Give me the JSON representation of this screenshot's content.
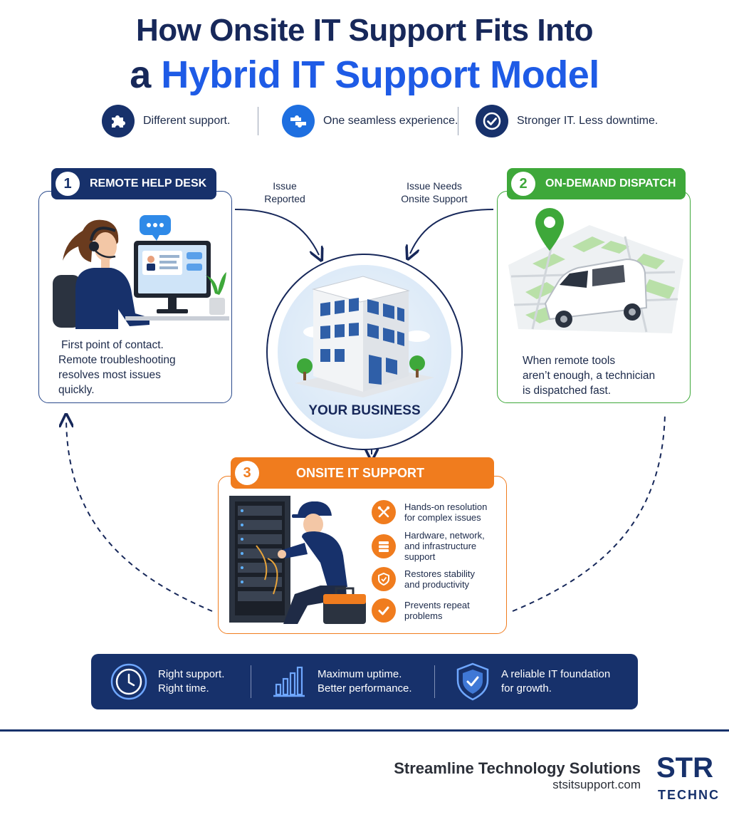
{
  "title": {
    "line1": "How Onsite IT Support Fits Into",
    "line2_prefix": "a ",
    "line2_highlight": "Hybrid IT Support Model"
  },
  "taglines": [
    {
      "text": "Different support.",
      "icon": "puzzle-icon",
      "color": "#17316b"
    },
    {
      "text": "One seamless experience.",
      "icon": "connected-puzzle-icon",
      "color": "#1e6fe0"
    },
    {
      "text": "Stronger IT. Less downtime.",
      "icon": "check-circle-icon",
      "color": "#17316b"
    }
  ],
  "steps": {
    "remote": {
      "num": "1",
      "title": "REMOTE HELP DESK",
      "lines": [
        "First point of contact.",
        "Remote troubleshooting",
        "resolves most issues",
        "quickly."
      ],
      "color": "#17316b"
    },
    "dispatch": {
      "num": "2",
      "title": "ON-DEMAND DISPATCH",
      "lines": [
        "When remote tools",
        "aren’t enough, a technician",
        "is dispatched fast."
      ],
      "color": "#3ea83a"
    },
    "onsite": {
      "num": "3",
      "title": "ONSITE IT SUPPORT",
      "color": "#f07c1e",
      "features": [
        {
          "line1": "Hands-on resolution",
          "line2": "for complex issues",
          "line3": "",
          "icon": "tools-icon"
        },
        {
          "line1": "Hardware, network,",
          "line2": "and infrastructure",
          "line3": "support",
          "icon": "server-icon"
        },
        {
          "line1": "Restores stability",
          "line2": "and productivity",
          "line3": "",
          "icon": "shield-icon"
        },
        {
          "line1": "Prevents repeat",
          "line2": "problems",
          "line3": "",
          "icon": "check-icon"
        }
      ]
    }
  },
  "center": {
    "label": "YOUR BUSINESS"
  },
  "flow_labels": {
    "reported": [
      "Issue",
      "Reported"
    ],
    "needs_onsite": [
      "Issue Needs",
      "Onsite Support"
    ]
  },
  "band": [
    {
      "line1": "Right support.",
      "line2": "Right time.",
      "icon": "clock-icon"
    },
    {
      "line1": "Maximum uptime.",
      "line2": "Better performance.",
      "icon": "bar-chart-icon"
    },
    {
      "line1": "A reliable IT foundation",
      "line2": "for growth.",
      "icon": "shield-check-icon"
    }
  ],
  "footer": {
    "company": "Streamline Technology Solutions",
    "site": "stsitsupport.com",
    "logo_top": "STR",
    "logo_bottom": "TECHNC"
  }
}
